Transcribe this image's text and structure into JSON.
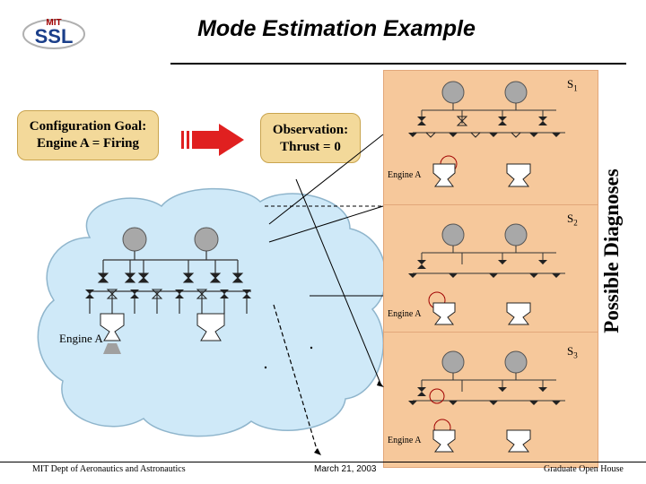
{
  "title": "Mode Estimation Example",
  "logo": {
    "text_top": "MIT",
    "text_main": "SSL"
  },
  "goal": {
    "line1": "Configuration Goal:",
    "line2": "Engine A = Firing"
  },
  "observation": {
    "line1": "Observation:",
    "line2": "Thrust = 0"
  },
  "diagnoses": {
    "heading": "Possible Diagnoses",
    "states": [
      {
        "label": "S",
        "sub": "1",
        "engine": "Engine A"
      },
      {
        "label": "S",
        "sub": "2",
        "engine": "Engine A"
      },
      {
        "label": "S",
        "sub": "3",
        "engine": "Engine A"
      }
    ]
  },
  "cloud": {
    "engine": "Engine A"
  },
  "footer": {
    "left": "MIT Dept of Aeronautics and Astronautics",
    "middle": "March 21, 2003",
    "right": "Graduate Open House"
  },
  "colors": {
    "panel": "#f6c89b",
    "box": "#f3d99a",
    "cloud": "#cfe9f8",
    "arrow": "#e02020"
  }
}
